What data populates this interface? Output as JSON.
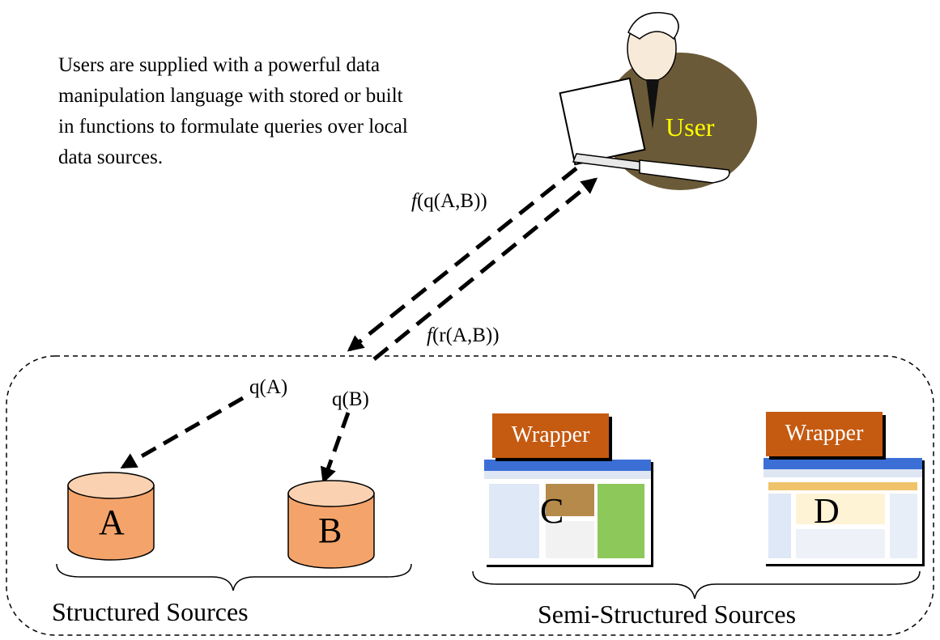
{
  "intro_lines": [
    "Users are supplied with a powerful data",
    "manipulation language with stored or built",
    "in functions to formulate queries over local",
    "data sources."
  ],
  "user_label": "User",
  "query_f": {
    "fn": "f",
    "expr": "(q(A,B))"
  },
  "result_f": {
    "fn": "f",
    "expr": "(r(A,B))"
  },
  "query_a": "q(A)",
  "query_b": "q(B)",
  "sources": {
    "structured": {
      "label": "Structured Sources",
      "items": [
        "A",
        "B"
      ]
    },
    "semi_structured": {
      "label": "Semi-Structured Sources",
      "wrapper_label": "Wrapper",
      "items": [
        "C",
        "D"
      ]
    }
  },
  "colors": {
    "cylinder_fill": "#f4a46a",
    "cylinder_top": "#fbd2b1",
    "wrapper_fill": "#c55a11",
    "wrapper_text": "#ffffff",
    "user_label": "#ffff00",
    "user_suit": "#6b5a37"
  }
}
